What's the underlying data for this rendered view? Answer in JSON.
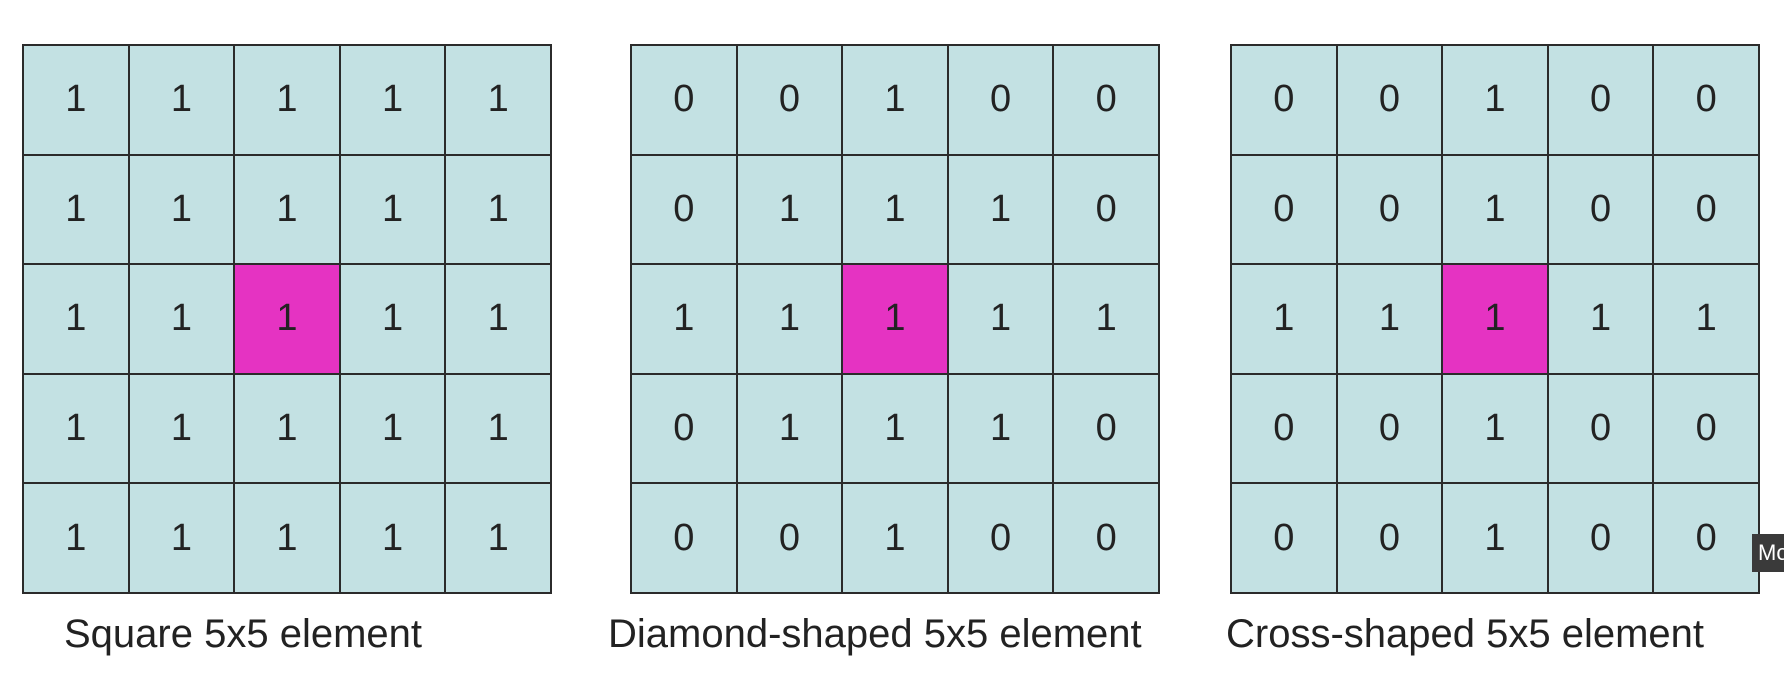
{
  "panels": [
    {
      "caption": "Square 5x5 element",
      "cells": [
        [
          "1",
          "1",
          "1",
          "1",
          "1"
        ],
        [
          "1",
          "1",
          "1",
          "1",
          "1"
        ],
        [
          "1",
          "1",
          "1",
          "1",
          "1"
        ],
        [
          "1",
          "1",
          "1",
          "1",
          "1"
        ],
        [
          "1",
          "1",
          "1",
          "1",
          "1"
        ]
      ],
      "origin": [
        2,
        2
      ]
    },
    {
      "caption": "Diamond-shaped 5x5 element",
      "cells": [
        [
          "0",
          "0",
          "1",
          "0",
          "0"
        ],
        [
          "0",
          "1",
          "1",
          "1",
          "0"
        ],
        [
          "1",
          "1",
          "1",
          "1",
          "1"
        ],
        [
          "0",
          "1",
          "1",
          "1",
          "0"
        ],
        [
          "0",
          "0",
          "1",
          "0",
          "0"
        ]
      ],
      "origin": [
        2,
        2
      ]
    },
    {
      "caption": "Cross-shaped 5x5 element",
      "cells": [
        [
          "0",
          "0",
          "1",
          "0",
          "0"
        ],
        [
          "0",
          "0",
          "1",
          "0",
          "0"
        ],
        [
          "1",
          "1",
          "1",
          "1",
          "1"
        ],
        [
          "0",
          "0",
          "1",
          "0",
          "0"
        ],
        [
          "0",
          "0",
          "1",
          "0",
          "0"
        ]
      ],
      "origin": [
        2,
        2
      ]
    }
  ],
  "colors": {
    "cell": "#c3e1e3",
    "origin": "#e533c2",
    "border": "#2b2b2b"
  },
  "badge": "Mo"
}
